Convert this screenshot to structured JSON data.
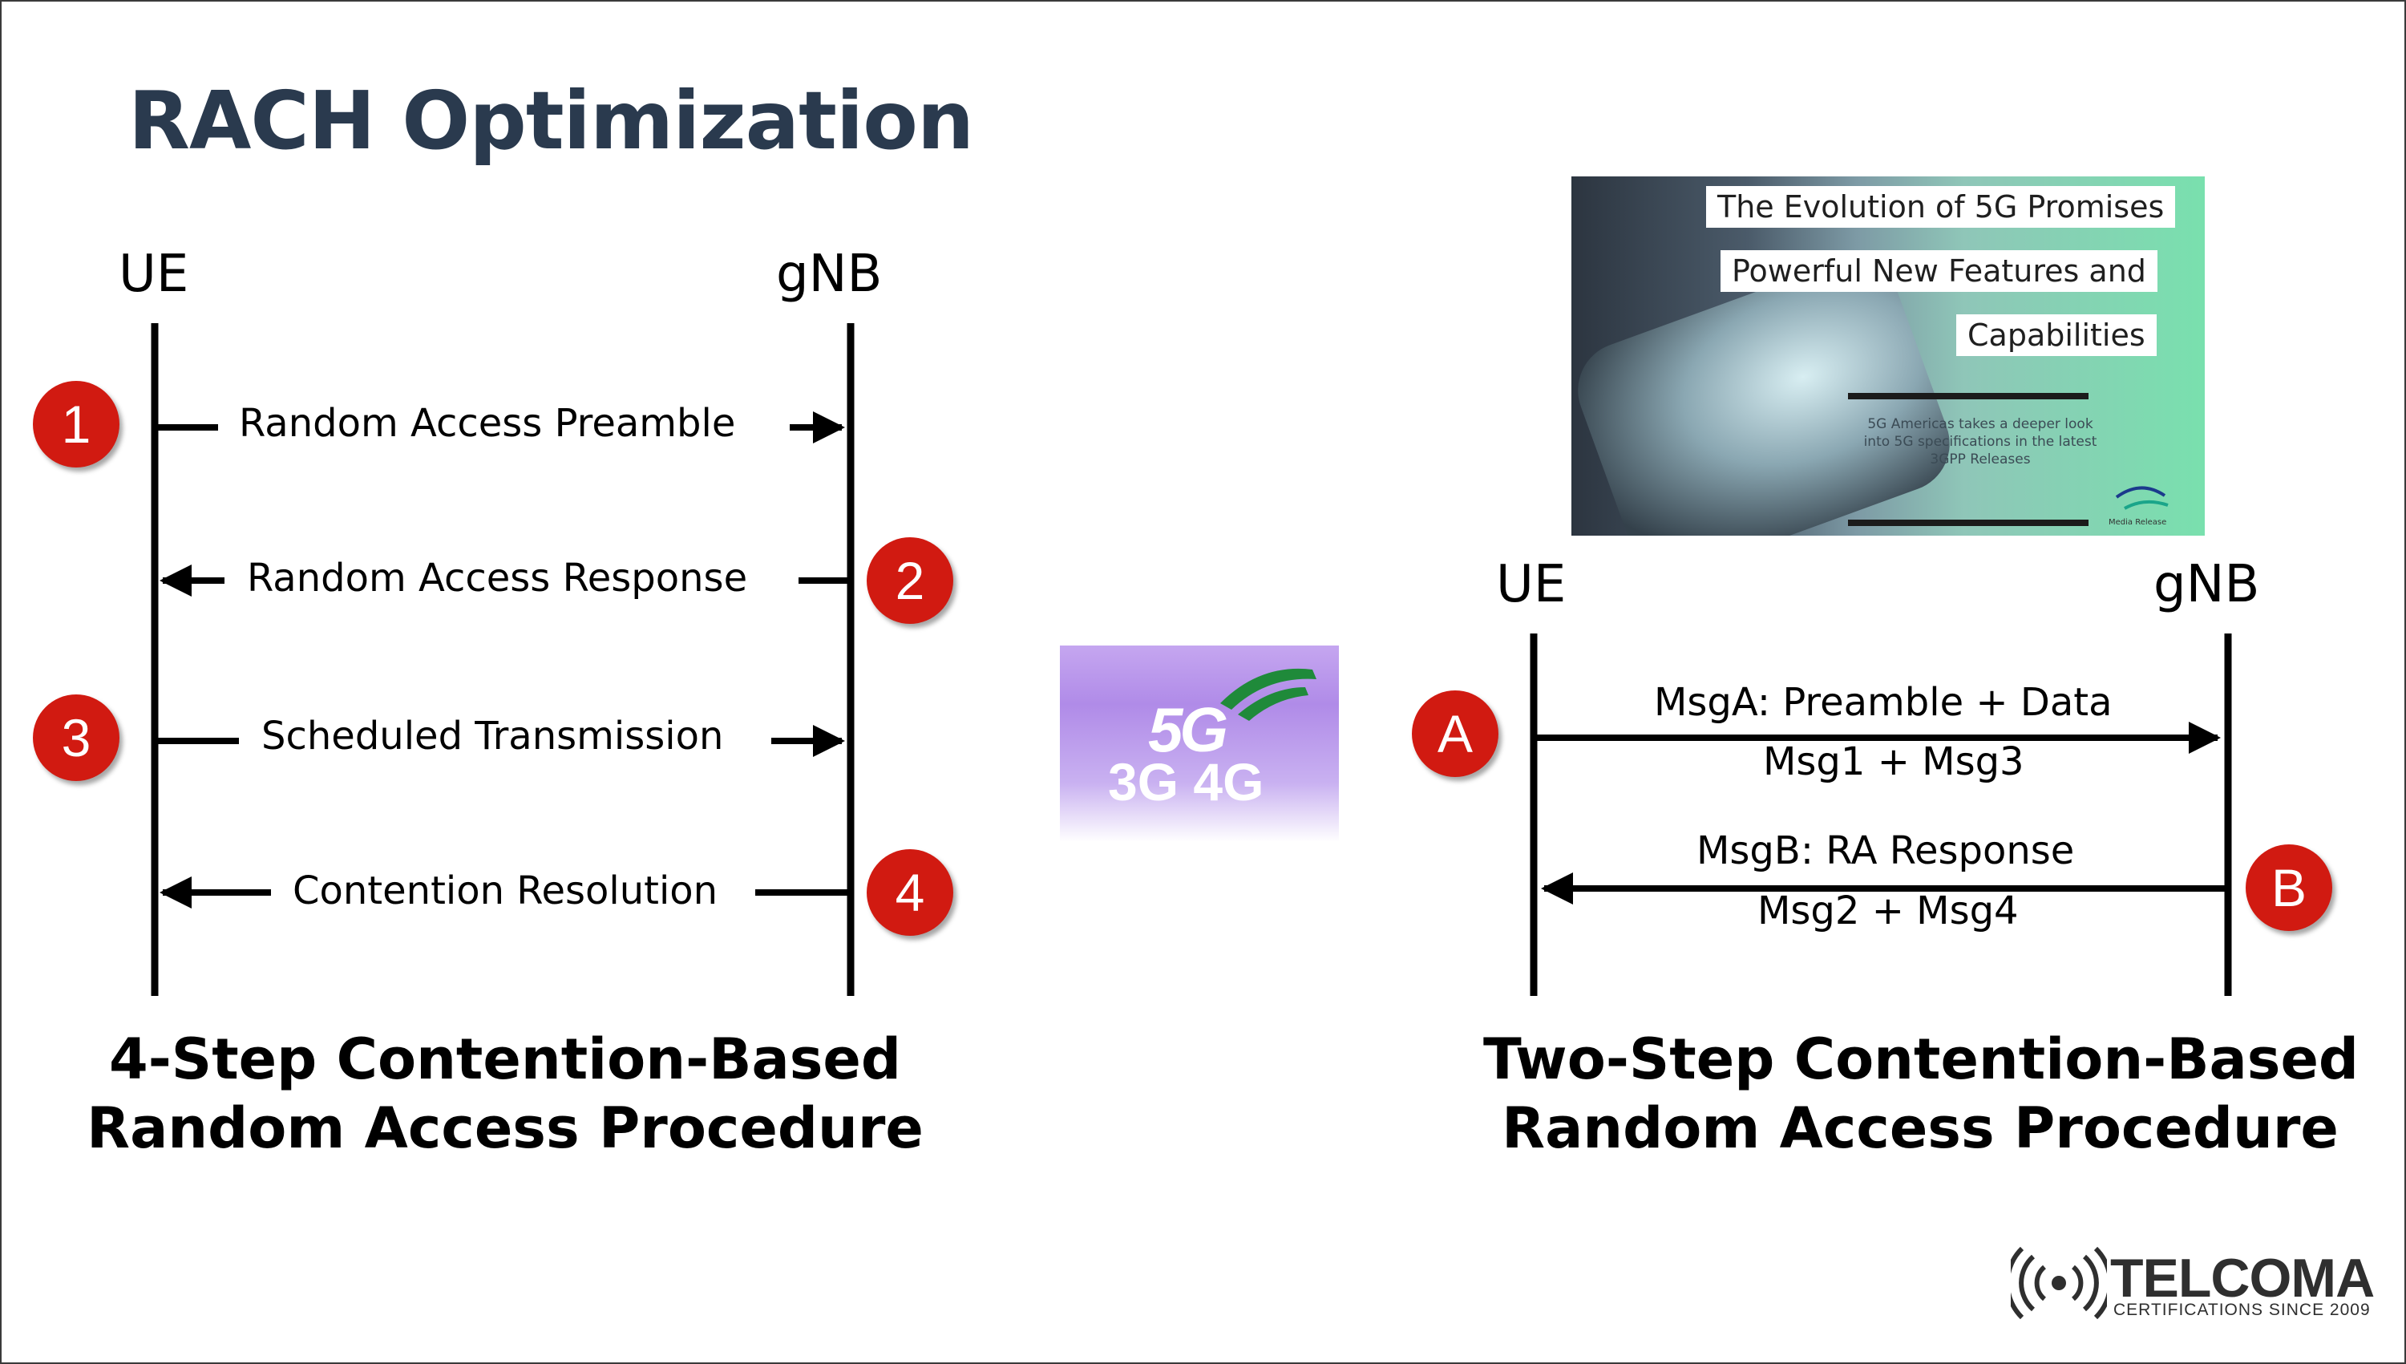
{
  "title": "RACH Optimization",
  "four_step": {
    "ue_label": "UE",
    "gnb_label": "gNB",
    "messages": [
      {
        "badge": "1",
        "text": "Random Access Preamble"
      },
      {
        "badge": "2",
        "text": "Random Access Response"
      },
      {
        "badge": "3",
        "text": "Scheduled Transmission"
      },
      {
        "badge": "4",
        "text": "Contention Resolution"
      }
    ],
    "caption_line1": "4-Step Contention-Based",
    "caption_line2": "Random Access Procedure"
  },
  "two_step": {
    "ue_label": "UE",
    "gnb_label": "gNB",
    "messages": [
      {
        "badge": "A",
        "text_top": "MsgA: Preamble + Data",
        "text_bottom": "Msg1 + Msg3"
      },
      {
        "badge": "B",
        "text_top": "MsgB: RA Response",
        "text_bottom": "Msg2 + Msg4"
      }
    ],
    "caption_line1": "Two-Step Contention-Based",
    "caption_line2": "Random Access Procedure"
  },
  "thumbnail": {
    "line1": "The Evolution of 5G Promises",
    "line2": "Powerful New Features and",
    "line3": "Capabilities",
    "body": "5G Americas takes a deeper look into 5G specifications in the latest 3GPP Releases",
    "logo_caption": "Media Release"
  },
  "network_badge": {
    "top": "5G",
    "bottom": "3G 4G"
  },
  "brand": {
    "name": "TELCOMA",
    "tagline": "CERTIFICATIONS SINCE 2009"
  },
  "colors": {
    "title": "#2a3a4e",
    "badge": "#d11a11",
    "line": "#000000"
  }
}
